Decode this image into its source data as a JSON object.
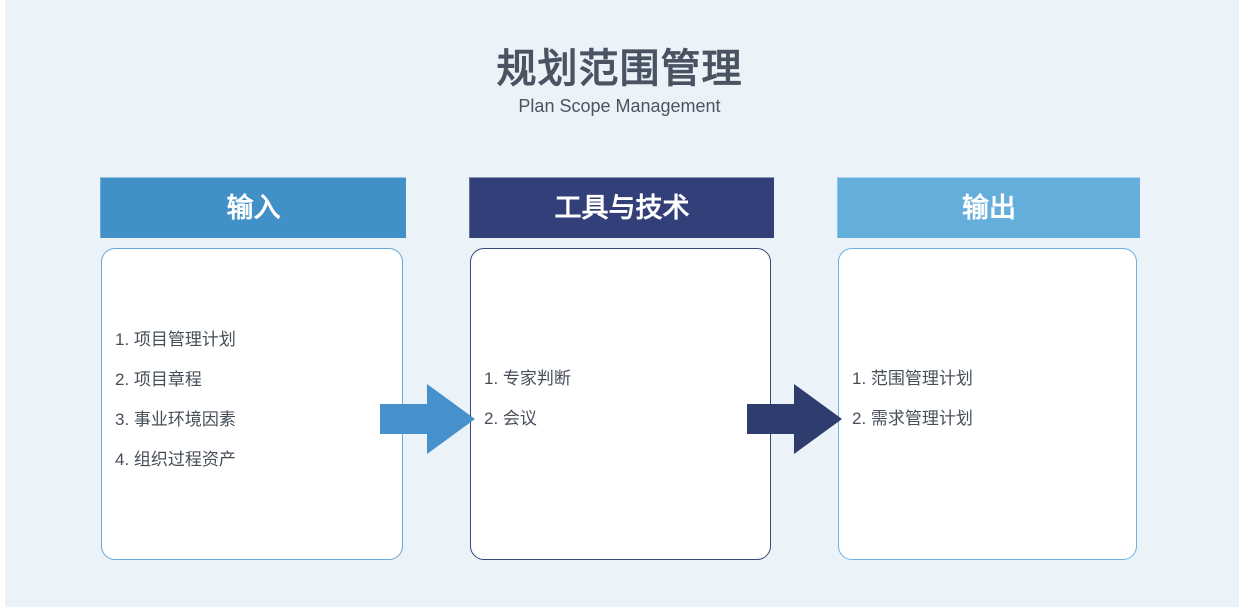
{
  "header": {
    "title": "规划范围管理",
    "subtitle": "Plan Scope Management"
  },
  "columns": [
    {
      "id": "input",
      "header_label": "输入",
      "items": [
        "1. 项目管理计划",
        "2. 项目章程",
        "3. 事业环境因素",
        "4. 组织过程资产"
      ]
    },
    {
      "id": "tools-techniques",
      "header_label": "工具与技术",
      "items": [
        "1. 专家判断",
        "2. 会议"
      ]
    },
    {
      "id": "output",
      "header_label": "输出",
      "items": [
        "1. 范围管理计划",
        "2. 需求管理计划"
      ]
    }
  ],
  "arrows": [
    {
      "name": "input-to-tools",
      "direction": "right",
      "color": "#4690CB"
    },
    {
      "name": "tools-to-output",
      "direction": "right",
      "color": "#2E3C6E"
    }
  ],
  "colors": {
    "background": "#EBF3F8",
    "input_header_bg": "#4190C8",
    "tools_header_bg": "#323F78",
    "output_header_bg": "#64AEDC",
    "header_text": "#FFFFFF",
    "title_text": "#4A5362",
    "item_text": "#464E58",
    "input_box_border": "#6BA7D4",
    "tools_box_border": "#3A4678",
    "output_box_border": "#6FB3DF"
  }
}
